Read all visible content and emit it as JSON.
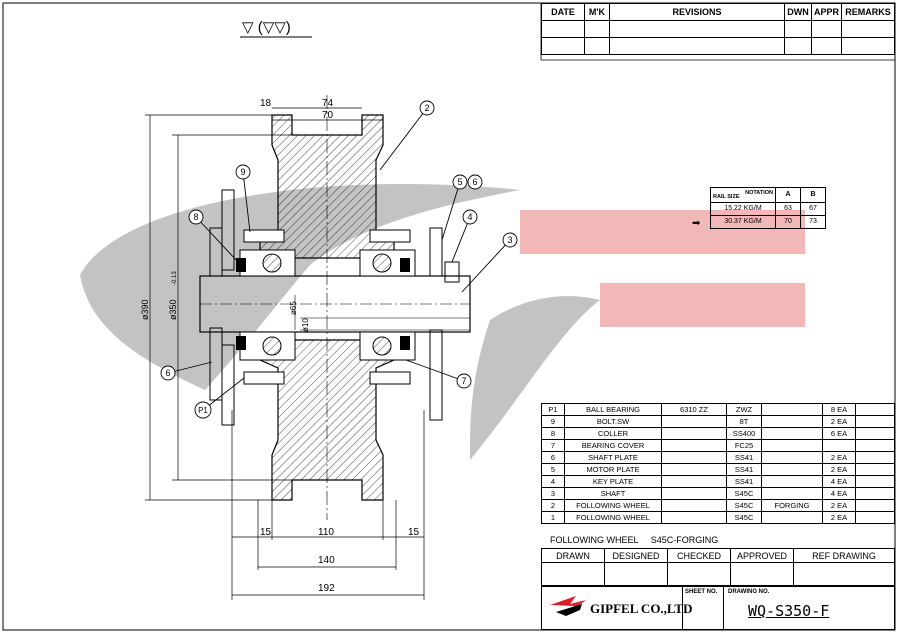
{
  "finish_symbol": "▽ (▽▽)",
  "revisions": {
    "headers": [
      "DATE",
      "M'K",
      "REVISIONS",
      "DWN",
      "APPR",
      "REMARKS"
    ]
  },
  "dimensions": {
    "top_18": "18",
    "top_74": "74",
    "top_70": "70",
    "dia_390": "ø390",
    "dia_350": "ø350",
    "dia_350_tol": "-0.13",
    "dia_65": "ø65",
    "dia_10": "ø10",
    "bottom_15_left": "15",
    "bottom_110": "110",
    "bottom_15_right": "15",
    "bottom_140": "140",
    "bottom_192": "192"
  },
  "balloons": [
    "2",
    "9",
    "5",
    "6",
    "8",
    "4",
    "3",
    "6",
    "7",
    "P1"
  ],
  "notation": {
    "header_notation": "NOTATION",
    "header_rail": "RAIL SIZE",
    "col_a": "A",
    "col_b": "B",
    "rows": [
      {
        "rail": "15.22 KG/M",
        "a": "63",
        "b": "67"
      },
      {
        "rail": "30.37 KG/M",
        "a": "70",
        "b": "73"
      }
    ]
  },
  "parts": [
    {
      "no": "P1",
      "name": "BALL BEARING",
      "spec": "6310 ZZ",
      "mat": "ZWZ",
      "note": "",
      "qty": "8 EA"
    },
    {
      "no": "9",
      "name": "BOLT.SW",
      "spec": "",
      "mat": "8T",
      "note": "",
      "qty": "2 EA"
    },
    {
      "no": "8",
      "name": "COLLER",
      "spec": "",
      "mat": "SS400",
      "note": "",
      "qty": "6 EA"
    },
    {
      "no": "7",
      "name": "BEARING COVER",
      "spec": "",
      "mat": "FC25",
      "note": "",
      "qty": ""
    },
    {
      "no": "6",
      "name": "SHAFT PLATE",
      "spec": "",
      "mat": "SS41",
      "note": "",
      "qty": "2 EA"
    },
    {
      "no": "5",
      "name": "MOTOR PLATE",
      "spec": "",
      "mat": "SS41",
      "note": "",
      "qty": "2 EA"
    },
    {
      "no": "4",
      "name": "KEY PLATE",
      "spec": "",
      "mat": "SS41",
      "note": "",
      "qty": "4 EA"
    },
    {
      "no": "3",
      "name": "SHAFT",
      "spec": "",
      "mat": "S45C",
      "note": "",
      "qty": "4 EA"
    },
    {
      "no": "2",
      "name": "FOLLOWING WHEEL",
      "spec": "",
      "mat": "S45C",
      "note": "FORGING",
      "qty": "2 EA"
    },
    {
      "no": "1",
      "name": "FOLLOWING WHEEL",
      "spec": "",
      "mat": "S45C",
      "note": "",
      "qty": "2 EA"
    }
  ],
  "strike_note": {
    "name": "FOLLOWING WHEEL",
    "mat": "S45C-FORGING"
  },
  "signoff": {
    "drawn": "DRAWN",
    "designed": "DESIGNED",
    "checked": "CHECKED",
    "approved": "APPROVED",
    "ref": "REF DRAWING"
  },
  "title_block": {
    "company": "GIPFEL CO.,LTD",
    "sheet_no_label": "SHEET NO.",
    "drawing_no_label": "DRAWING NO.",
    "drawing_no": "WQ-S350-F"
  },
  "colors": {
    "swoosh": "#b8b8b8",
    "banner": "#f2b8b8",
    "hatch": "#000000",
    "logo_red": "#d8202a"
  }
}
